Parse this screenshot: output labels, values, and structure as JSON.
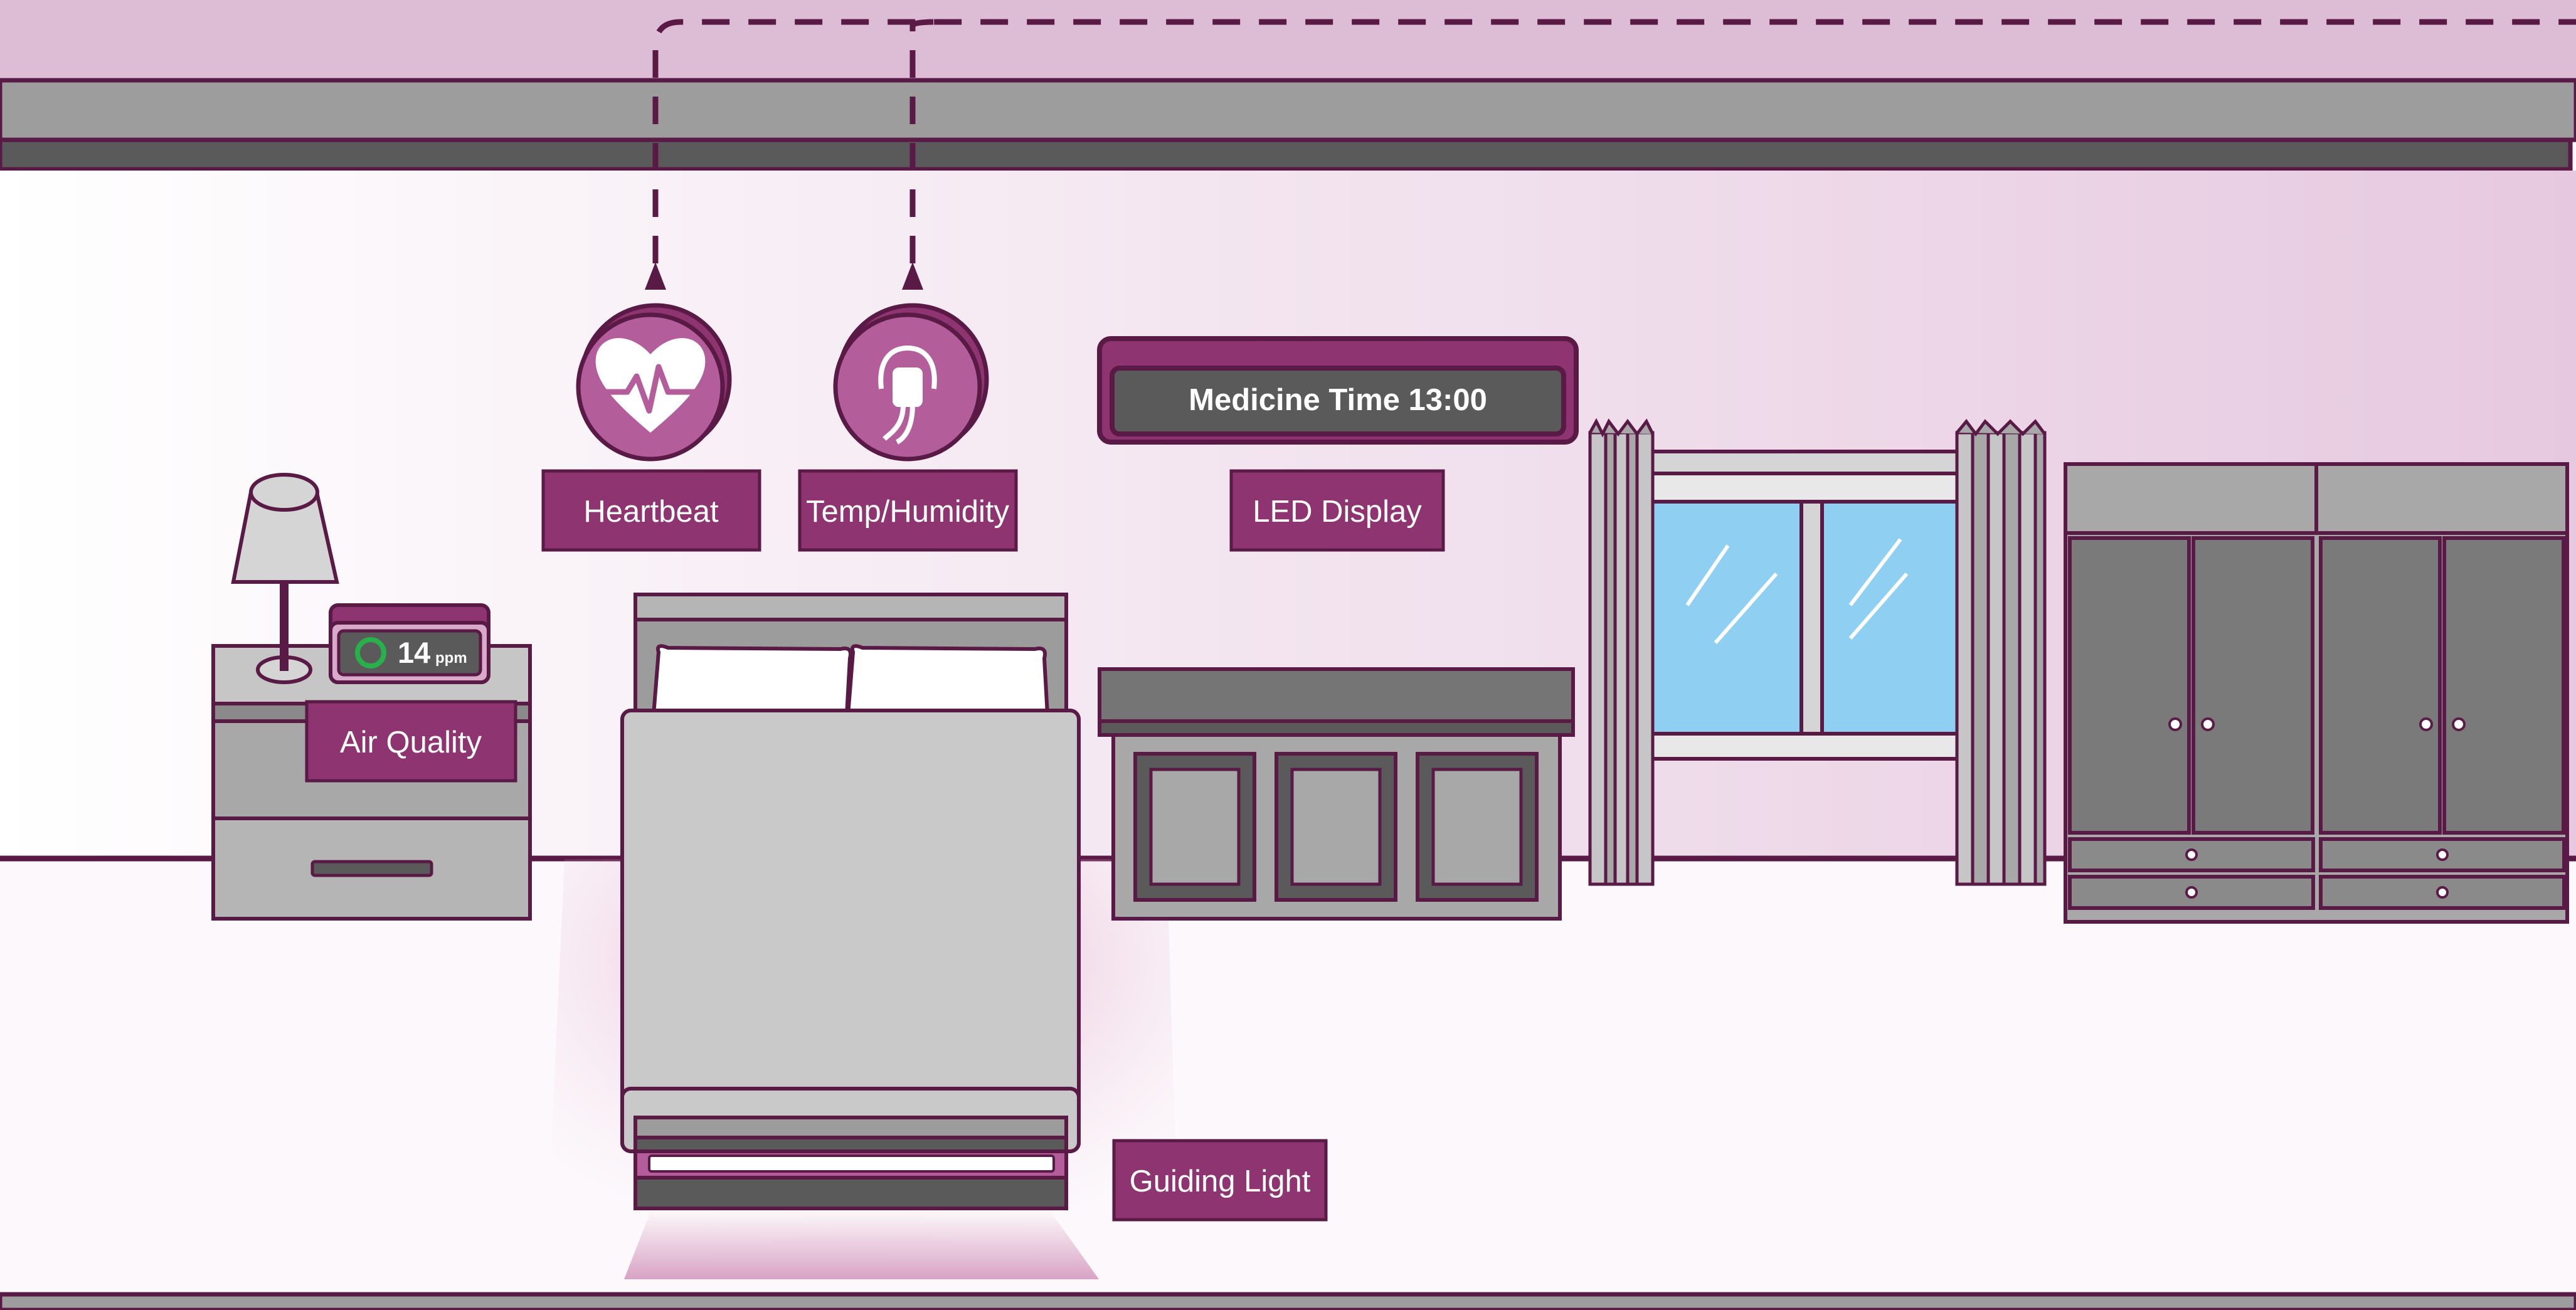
{
  "labels": {
    "heartbeat": "Heartbeat",
    "temp_humidity": "Temp/Humidity",
    "led_display": "LED Display",
    "air_quality": "Air Quality",
    "guiding_light": "Guiding Light"
  },
  "led_display": {
    "message": "Medicine Time 13:00"
  },
  "air_quality_sensor": {
    "value": "14",
    "unit": "ppm"
  },
  "icons": {
    "heartbeat": "heart-pulse-icon",
    "temp_humidity": "sensor-plug-icon",
    "air_quality_ring": "ring-indicator-icon"
  },
  "colors": {
    "accent": "#8e3470",
    "accent_light": "#b35e9b",
    "outline": "#5a1a46",
    "wall_gradient_right": "#e6c6dd",
    "ceiling_band": "#ddbdd6",
    "furniture_gray": "#a8a8a8",
    "dark_gray": "#5a5a5a",
    "window_glass": "#8fd0f2",
    "air_ring": "#28b04a"
  }
}
